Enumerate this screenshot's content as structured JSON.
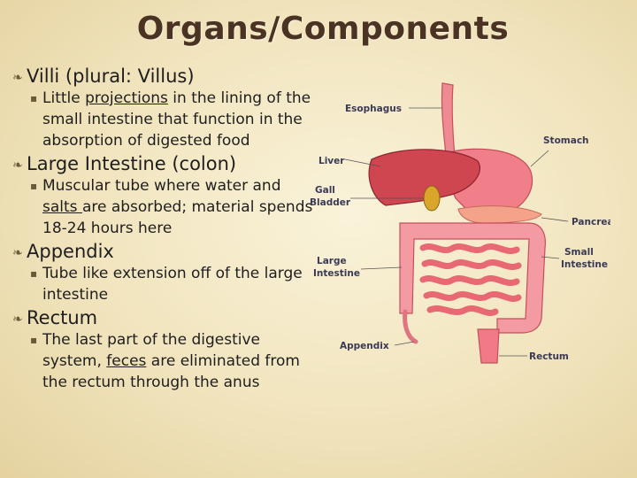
{
  "title": "Organs/Components",
  "items": [
    {
      "heading": "Villi  (plural: Villus)",
      "sub": {
        "pre": "Little ",
        "under": "projections",
        "post": " in the lining of the small intestine that function in the absorption of digested food"
      }
    },
    {
      "heading": "Large Intestine (colon)",
      "sub": {
        "pre": "Muscular tube where water and ",
        "under": "salts ",
        "post": "are absorbed; material spends 18-24 hours here"
      }
    },
    {
      "heading": "Appendix",
      "sub": {
        "pre": "Tube like extension off of the large intestine",
        "under": "",
        "post": ""
      }
    },
    {
      "heading": "Rectum",
      "sub": {
        "pre": "The last part of the digestive system, ",
        "under": "feces",
        "post": " are eliminated from the rectum through the anus"
      }
    }
  ],
  "diagram_labels": {
    "esophagus": "Esophagus",
    "stomach": "Stomach",
    "liver": "Liver",
    "gall": "Gall",
    "bladder": "Bladder",
    "pancreas": "Pancreas",
    "small": "Small",
    "intestine_s": "Intestine",
    "large": "Large",
    "intestine_l": "Intestine",
    "appendix": "Appendix",
    "rectum": "Rectum"
  },
  "colors": {
    "title": "#4a3322",
    "organ_pink": "#f07a85",
    "liver": "#c8404a",
    "gall_bladder": "#d8a020"
  }
}
